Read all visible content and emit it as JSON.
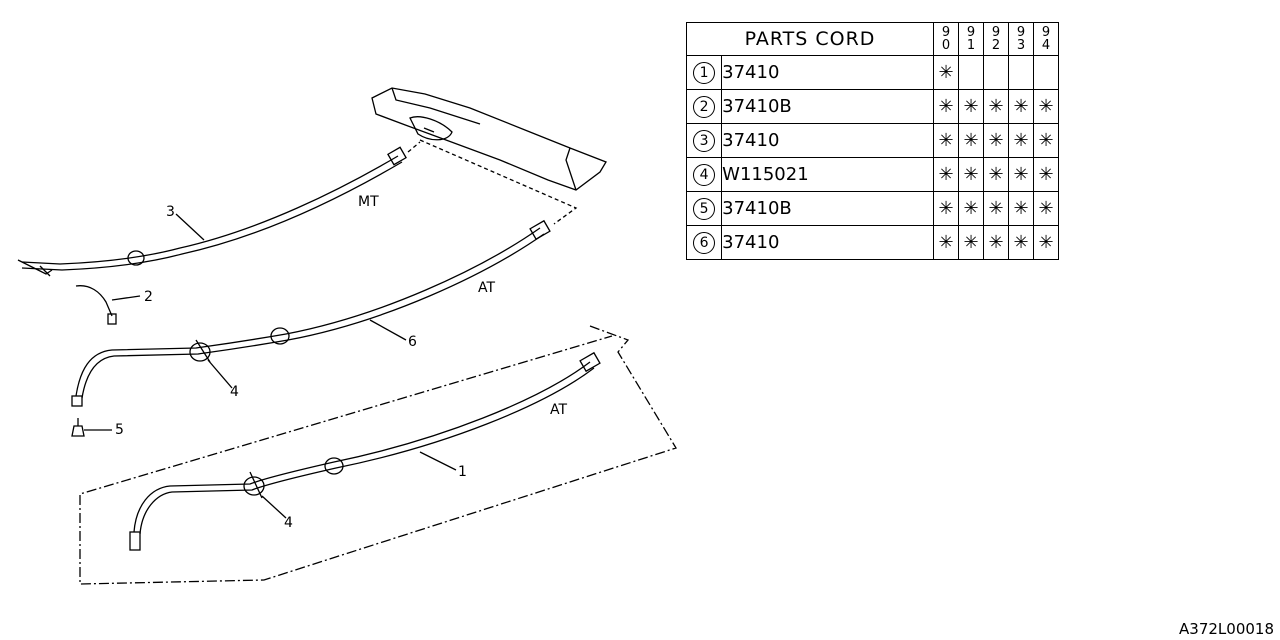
{
  "table": {
    "title": "PARTS CORD",
    "years": [
      [
        "9",
        "0"
      ],
      [
        "9",
        "1"
      ],
      [
        "9",
        "2"
      ],
      [
        "9",
        "3"
      ],
      [
        "9",
        "4"
      ]
    ],
    "rows": [
      {
        "num": "1",
        "code": "37410",
        "marks": [
          "✳",
          "",
          "",
          "",
          ""
        ]
      },
      {
        "num": "2",
        "code": "37410B",
        "marks": [
          "✳",
          "✳",
          "✳",
          "✳",
          "✳"
        ]
      },
      {
        "num": "3",
        "code": "37410",
        "marks": [
          "✳",
          "✳",
          "✳",
          "✳",
          "✳"
        ]
      },
      {
        "num": "4",
        "code": "W115021",
        "marks": [
          "✳",
          "✳",
          "✳",
          "✳",
          "✳"
        ]
      },
      {
        "num": "5",
        "code": "37410B",
        "marks": [
          "✳",
          "✳",
          "✳",
          "✳",
          "✳"
        ]
      },
      {
        "num": "6",
        "code": "37410",
        "marks": [
          "✳",
          "✳",
          "✳",
          "✳",
          "✳"
        ]
      }
    ]
  },
  "diagram": {
    "labels": {
      "mt": "MT",
      "at_upper": "AT",
      "at_lower": "AT",
      "c3": "3",
      "c2": "2",
      "c6": "6",
      "c4_upper": "4",
      "c5": "5",
      "c1": "1",
      "c4_lower": "4"
    }
  },
  "footer": {
    "code": "A372L00018"
  }
}
